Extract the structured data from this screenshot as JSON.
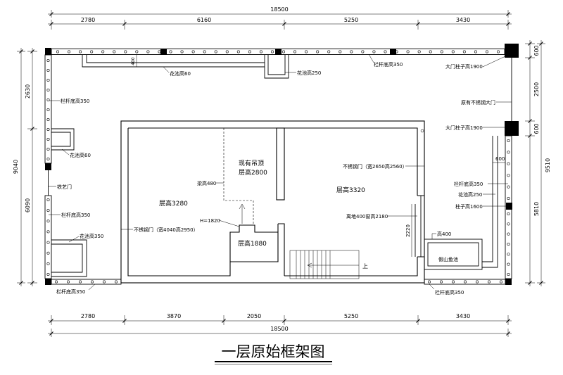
{
  "title": "一层原始框架图",
  "dimensions": {
    "top": {
      "total": "18500",
      "segments": [
        "2780",
        "6160",
        "5250",
        "3430"
      ]
    },
    "bottom": {
      "total": "18500",
      "segments": [
        "2780",
        "3870",
        "2050",
        "5250",
        "3430"
      ]
    },
    "left": {
      "total": "9040",
      "segments": [
        "2630",
        "6090"
      ]
    },
    "right": {
      "total": "9510",
      "segments": [
        "600",
        "2500",
        "600",
        "5810"
      ]
    }
  },
  "labels": {
    "planter_top_left": "花池高60",
    "planter_top_left_depth": "400",
    "planter_top_center": "花池高250",
    "railing_top": "栏杆底高350",
    "gate_pillar_upper": "大门柱子高1900",
    "railing_left_upper": "栏杆底高350",
    "existing_gate": "原有不锈钢大门",
    "gate_pillar_lower": "大门柱子高1900",
    "planter_left": "花池高60",
    "suspended_ceiling": "现有吊顶",
    "height_2800": "层高2800",
    "door_right": "不锈钢门（宽2650高2560）",
    "side_offset": "600",
    "iron_gate": "铁艺门",
    "beam_height": "梁高480",
    "height_3320": "层高3320",
    "railing_right": "栏杆底高350",
    "planter_right": "花池高250",
    "height_3280": "层高3280",
    "pillar_right": "柱子高1600",
    "railing_left_lower": "栏杆底高350",
    "h_1820": "H=1820",
    "window": "离地400窗高2180",
    "door_left": "不锈钢门（宽4040高2950）",
    "window_width": "2220",
    "planter_left_bottom": "花池高350",
    "pond_height": "高400",
    "height_1880": "层高1880",
    "rockery_pond": "假山鱼池",
    "stair_up": "上",
    "railing_bottom_left": "栏杆底高350",
    "railing_bottom_right": "栏杆底高350"
  },
  "colors": {
    "line": "#000000",
    "background": "#ffffff"
  }
}
